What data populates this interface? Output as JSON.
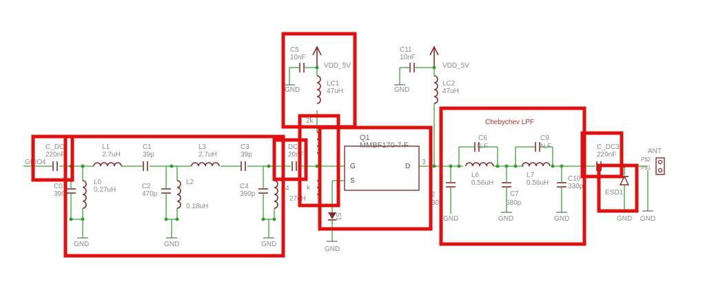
{
  "colors": {
    "wire": "#3aa336",
    "component": "#8b2a2a",
    "highlight_box": "#e01010",
    "label": "#8a8a8a"
  },
  "labels": {
    "gpio4": "GPIO4",
    "c_dc1_name": "C_DC",
    "c_dc1_val": "220nF",
    "c0_name": "C0",
    "c0_val": "390",
    "l0_name": "L0",
    "l0_val": "0.27uH",
    "l1_name": "L1",
    "l1_val": "2.7uH",
    "c1_name": "C1",
    "c1_val": "39p",
    "c2_name": "C2",
    "c2_val": "470p",
    "l2_name": "L2",
    "l2_val": "0.18uH",
    "l3_name": "L3",
    "l3_val": "2.7uH",
    "c3_name": "C3",
    "c3_val": "39p",
    "c4_name": "C4",
    "c4_val": "390p",
    "dc2_name": "DC2",
    "dc2_val": "20nF",
    "l4_name": "4",
    "l4_val": "27uH",
    "c5_name": "C5",
    "c5_val": "10nF",
    "vdd1": "VDD_5V",
    "lc1_name": "LC1",
    "lc1_val": "47uH",
    "q1_name": "Q1",
    "q1_part": "MMBF170-7-F",
    "pin_g": "G",
    "pin_d": "D",
    "pin_s": "S",
    "pin3": "3",
    "k_label": "k",
    "s1_label": "S1",
    "c11_name": "C11",
    "c11_val": "10nF",
    "vdd2": "VDD_5V",
    "lc2_name": "LC2",
    "lc2_val": "47uH",
    "lpf_title": "Chebychev LPF",
    "c6_name": "C6",
    "c6_val": "N.F",
    "l6_name": "L6",
    "l6_val": "0.56uH",
    "c7_name": "C7",
    "c7_val": "680p",
    "c9_name": "C9",
    "c9_val": "N.F",
    "l7_name": "L7",
    "l7_val": "0.56uH",
    "c10_name": "C10",
    "c10_val": "330p",
    "c2x_frag": "2",
    "c30_frag": "30",
    "c_dc3_name": "C_DC3",
    "c_dc3_val": "220nF",
    "esd_name": "ESD1",
    "ant": "ANT",
    "ps2": "P$2",
    "ps1": "P$1",
    "gnd": "GND"
  }
}
